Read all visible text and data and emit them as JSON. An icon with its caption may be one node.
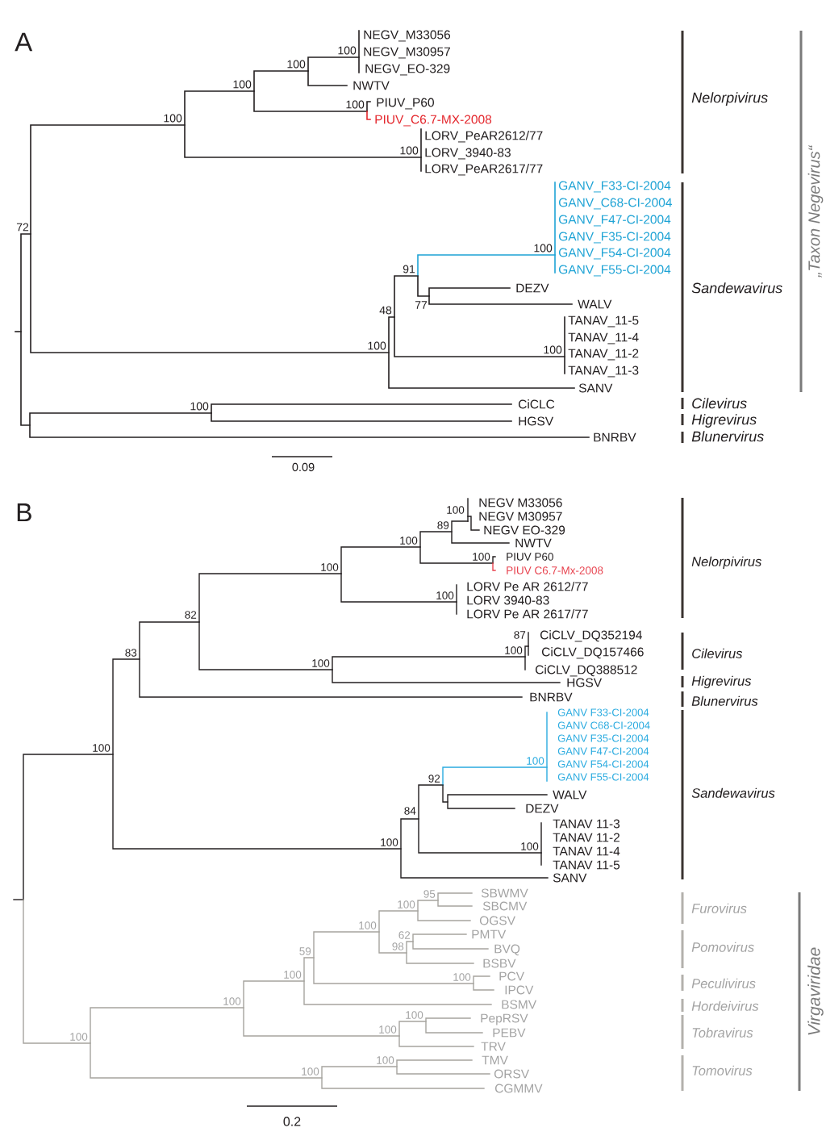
{
  "diagram": {
    "labels": [
      "A",
      "NEGV_M33056",
      "NEGV_M30957",
      "NEGV_EO-329",
      "NWTV",
      "PIUV_P60",
      "PIUV_C6.7-MX-2008",
      "LORV_PeAR2612/77",
      "LORV_3940-83",
      "LORV_PeAR2617/77",
      "GANV_F33-CI-2004",
      "GANV_C68-CI-2004",
      "GANV_F47-CI-2004",
      "GANV_F35-CI-2004",
      "GANV_F54-CI-2004",
      "GANV_F55-CI-2004",
      "DEZV",
      "WALV",
      "TANAV_11-5",
      "TANAV_11-4",
      "TANAV_11-2",
      "TANAV_11-3",
      "SANV",
      "CiCLC",
      "HGSV",
      "BNRBV",
      "100",
      "100",
      "100",
      "100",
      "100",
      "100",
      "72",
      "100",
      "91",
      "77",
      "48",
      "100",
      "100",
      "100",
      "Nelorpivirus",
      "Sandewavirus",
      "Cilevirus",
      "Higrevirus",
      "Blunervirus",
      "„Taxon Negevirus“",
      "0.09",
      "B",
      "NEGV M33056",
      "NEGV M30957",
      "NEGV EO-329",
      "NWTV",
      "PIUV P60",
      "PIUV C6.7-Mx-2008",
      "LORV Pe AR 2612/77",
      "LORV 3940-83",
      "LORV Pe AR 2617/77",
      "CiCLV_DQ352194",
      "CiCLV_DQ157466",
      "CiCLV_DQ388512",
      "HGSV",
      "BNRBV",
      "GANV F33-CI-2004",
      "GANV C68-CI-2004",
      "GANV F35-CI-2004",
      "GANV F47-CI-2004",
      "GANV F54-CI-2004",
      "GANV F55-CI-2004",
      "WALV",
      "DEZV",
      "TANAV 11-3",
      "TANAV 11-2",
      "TANAV 11-4",
      "TANAV 11-5",
      "SANV",
      "SBWMV",
      "SBCMV",
      "OGSV",
      "PMTV",
      "BVQ",
      "BSBV",
      "PCV",
      "IPCV",
      "BSMV",
      "PepRSV",
      "PEBV",
      "TRV",
      "TMV",
      "ORSV",
      "CGMMV",
      "100",
      "89",
      "100",
      "100",
      "100",
      "100",
      "82",
      "87",
      "100",
      "83",
      "100",
      "100",
      "100",
      "92",
      "84",
      "100",
      "100",
      "95",
      "100",
      "100",
      "62",
      "98",
      "59",
      "100",
      "100",
      "100",
      "100",
      "100",
      "100",
      "100",
      "100",
      "Nelorpivirus",
      "Cilevirus",
      "Higrevirus",
      "Blunervirus",
      "Sandewavirus",
      "Furovirus",
      "Pomovirus",
      "Peculivirus",
      "Hordeivirus",
      "Tobravirus",
      "Tomovirus",
      "Virgaviridae",
      "0.2"
    ]
  }
}
